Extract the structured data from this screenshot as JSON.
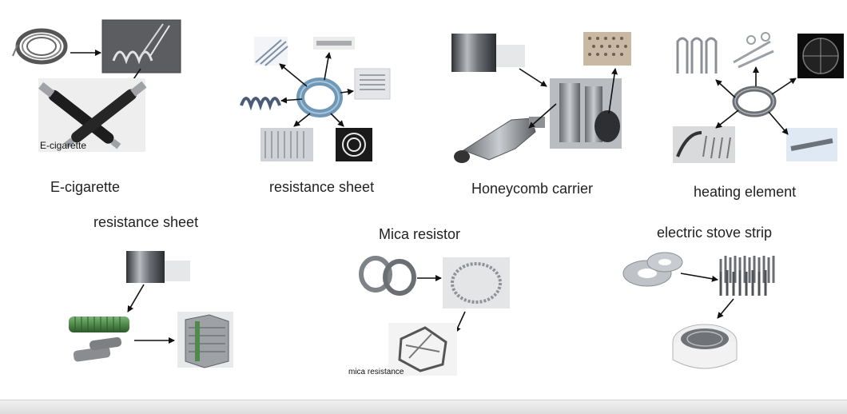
{
  "groups": {
    "ecig": {
      "caption": "E-cigarette",
      "inner_label": "E-cigarette"
    },
    "res1": {
      "caption": "resistance sheet"
    },
    "honey": {
      "caption": "Honeycomb carrier"
    },
    "heat": {
      "caption": "heating element"
    },
    "res2": {
      "caption": "resistance sheet"
    },
    "mica": {
      "caption": "Mica resistor",
      "inner_label": "mica resistance"
    },
    "stove": {
      "caption": "electric stove strip"
    }
  },
  "colors": {
    "metal": "#9a9ea3",
    "metal_dark": "#4a4d52",
    "green": "#4f8a4a",
    "blue_ring": "#6f98b8",
    "arrow": "#111111"
  }
}
